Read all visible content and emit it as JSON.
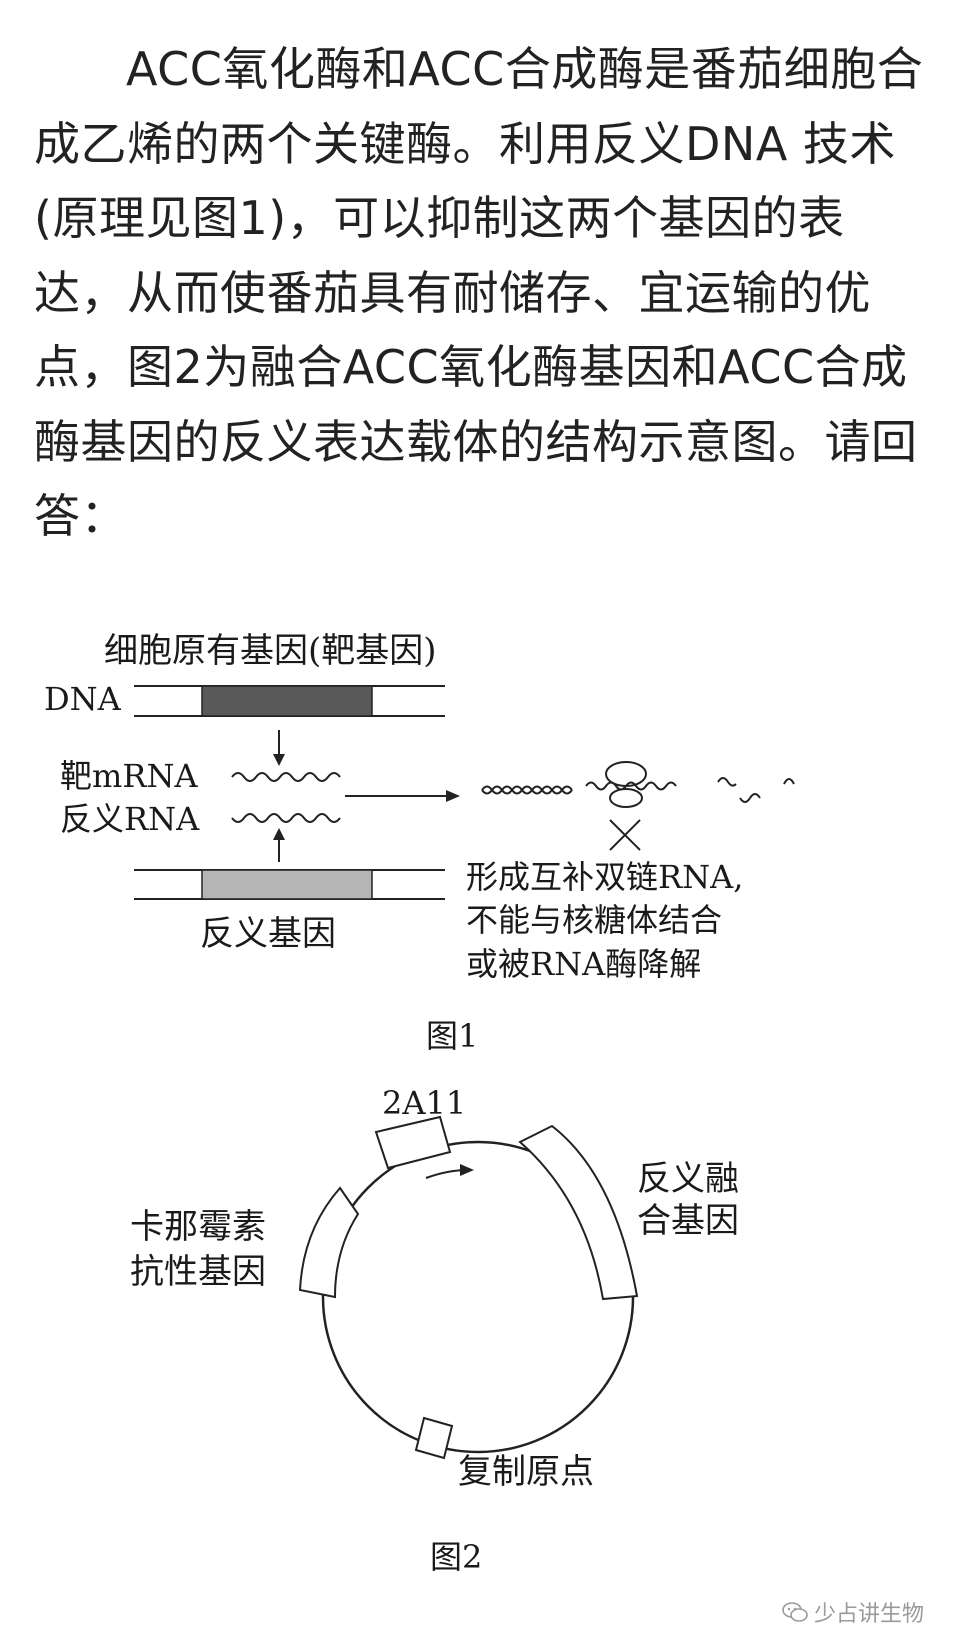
{
  "question": {
    "paragraph": "ACC氧化酶和ACC合成酶是番茄细胞合成乙烯的两个关键酶。利用反义DNA 技术(原理见图1)，可以抑制这两个基因的表达，从而使番茄具有耐储存、宜运输的优点，图2为融合ACC氧化酶基因和ACC合成酶基因的反义表达载体的结构示意图。请回答："
  },
  "figure1": {
    "top_label": "细胞原有基因(靶基因)",
    "dna_label": "DNA",
    "target_mrna_label": "靶mRNA",
    "antisense_rna_label": "反义RNA",
    "antisense_gene_label": "反义基因",
    "result_line1": "形成互补双链RNA,",
    "result_line2": "不能与核糖体结合",
    "result_line3": "或被RNA酶降解",
    "caption": "图1"
  },
  "figure2": {
    "promoter_label": "2A11",
    "fusion_gene_line1": "反义融",
    "fusion_gene_line2": "合基因",
    "kanamycin_line1": "卡那霉素",
    "kanamycin_line2": "抗性基因",
    "origin_label": "复制原点",
    "caption": "图2"
  },
  "watermark": {
    "text": "少占讲生物",
    "icon": "wechat-icon"
  }
}
